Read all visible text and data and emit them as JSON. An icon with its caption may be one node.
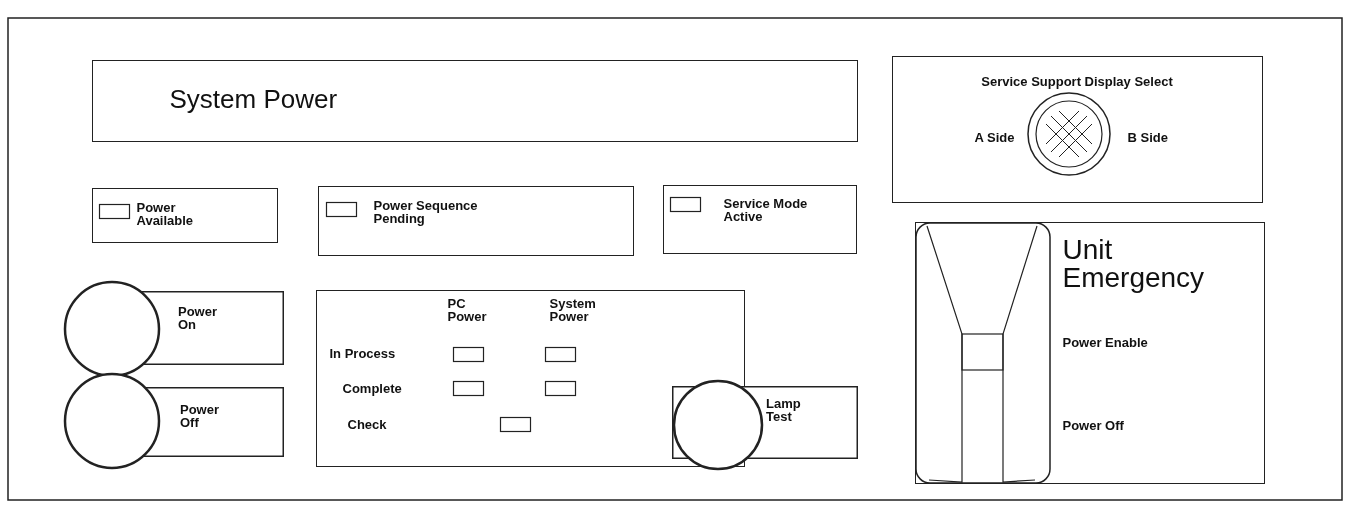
{
  "diagram": {
    "nodes": [
      {
        "text": [
          "System Power"
        ]
      },
      {
        "text": [
          "Service Support Display Select",
          "A Side",
          "B Side"
        ]
      },
      {
        "text": [
          "Power Available"
        ]
      },
      {
        "text": [
          "Power Sequence Pending"
        ]
      },
      {
        "text": [
          "Service Mode Active"
        ]
      },
      {
        "text": [
          "Unit Emergency",
          "Power Enable",
          "Power Off"
        ]
      },
      {
        "text": [
          "Power On"
        ]
      },
      {
        "text": [
          "PC Power",
          "System Power",
          "In Process",
          "Complete",
          "Check"
        ]
      },
      {
        "text": [
          "Power Off"
        ]
      },
      {
        "text": [
          "Lamp Test"
        ]
      }
    ]
  }
}
